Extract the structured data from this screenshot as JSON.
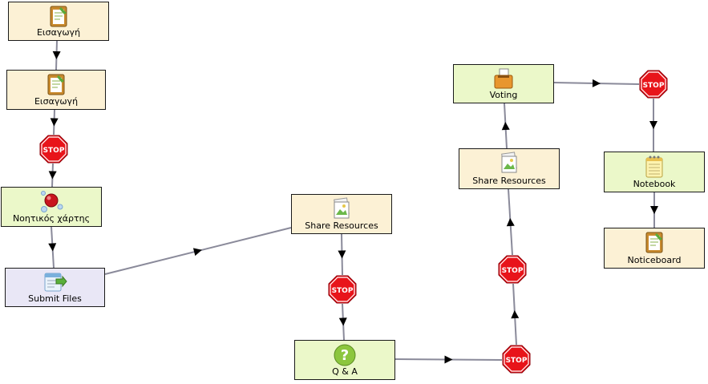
{
  "activities": [
    {
      "id": "n1",
      "label": "Εισαγωγή",
      "icon": "noticeboard-icon",
      "color": "#fcf1d5"
    },
    {
      "id": "n2",
      "label": "Εισαγωγή",
      "icon": "noticeboard-icon",
      "color": "#fcf1d5"
    },
    {
      "id": "n3",
      "label": "Νοητικός χάρτης",
      "icon": "mindmap-icon",
      "color": "#ebf8c9"
    },
    {
      "id": "n4",
      "label": "Submit Files",
      "icon": "submit-files-icon",
      "color": "#e9e7f6"
    },
    {
      "id": "n5",
      "label": "Share Resources",
      "icon": "share-resources-icon",
      "color": "#fcf1d5"
    },
    {
      "id": "n6",
      "label": "Q & A",
      "icon": "question-icon",
      "color": "#ebf8c9"
    },
    {
      "id": "n7",
      "label": "Share Resources",
      "icon": "share-resources-icon",
      "color": "#fcf1d5"
    },
    {
      "id": "n8",
      "label": "Voting",
      "icon": "voting-icon",
      "color": "#ebf8c9"
    },
    {
      "id": "n9",
      "label": "Notebook",
      "icon": "notebook-icon",
      "color": "#ebf8c9"
    },
    {
      "id": "n10",
      "label": "Noticeboard",
      "icon": "noticeboard-icon",
      "color": "#fcf1d5"
    }
  ],
  "stop_gates": [
    {
      "id": "s1",
      "label": "STOP"
    },
    {
      "id": "s2",
      "label": "STOP"
    },
    {
      "id": "s3",
      "label": "STOP"
    },
    {
      "id": "s4",
      "label": "STOP"
    },
    {
      "id": "s5",
      "label": "STOP"
    }
  ],
  "colors": {
    "stop_fill": "#e8141a",
    "connector": "#8a8a9a",
    "arrowhead": "#000000",
    "border": "#1a1a1a"
  },
  "transitions": [
    [
      "n1",
      "n2"
    ],
    [
      "n2",
      "s1"
    ],
    [
      "s1",
      "n3"
    ],
    [
      "n3",
      "n4"
    ],
    [
      "n4",
      "n5"
    ],
    [
      "n5",
      "s2"
    ],
    [
      "s2",
      "n6"
    ],
    [
      "n6",
      "s3"
    ],
    [
      "s3",
      "s4"
    ],
    [
      "s4",
      "n7"
    ],
    [
      "n7",
      "n8"
    ],
    [
      "n8",
      "s5"
    ],
    [
      "s5",
      "n9"
    ],
    [
      "n9",
      "n10"
    ]
  ]
}
